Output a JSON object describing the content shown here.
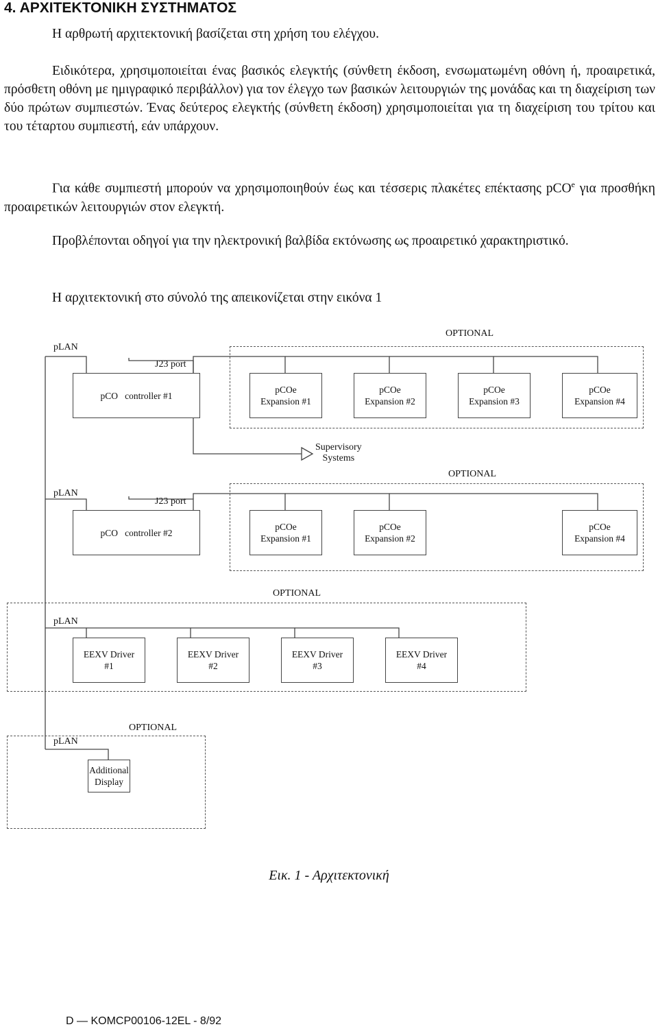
{
  "heading": "4.  ΑΡΧΙΤΕΚΤΟΝΙΚΗ ΣΥΣΤΗΜΑΤΟΣ",
  "paragraphs": {
    "p1": "Η αρθρωτή αρχιτεκτονική βασίζεται στη χρήση του ελέγχου.",
    "p2": "Ειδικότερα, χρησιμοποιείται ένας βασικός ελεγκτής (σύνθετη έκδοση, ενσωματωμένη οθόνη ή, προαιρετικά, πρόσθετη οθόνη με ημιγραφικό περιβάλλον) για τον έλεγχο των βασικών λειτουργιών της μονάδας και τη διαχείριση των δύο πρώτων συμπιεστών. Ένας δεύτερος ελεγκτής (σύνθετη έκδοση) χρησιμοποιείται για τη διαχείριση του τρίτου και του τέταρτου συμπιεστή, εάν υπάρχουν.",
    "p3_a": "Για κάθε συμπιεστή μπορούν να χρησιμοποιηθούν έως και τέσσερις πλακέτες επέκτασης pCO",
    "p3_sup": "e",
    "p3_b": " για προσθήκη προαιρετικών λειτουργιών στον ελεγκτή.",
    "p4": "Προβλέπονται οδηγοί για την ηλεκτρονική βαλβίδα εκτόνωσης ως προαιρετικό χαρακτηριστικό.",
    "p5": "Η αρχιτεκτονική στο σύνολό της απεικονίζεται στην εικόνα 1"
  },
  "diagram": {
    "group1": {
      "plan": "pLAN",
      "optional": "OPTIONAL",
      "j23": "J23 port",
      "controller": "pCO   controller #1",
      "expansions": [
        {
          "l1": "pCOe",
          "l2": "Expansion #1"
        },
        {
          "l1": "pCOe",
          "l2": "Expansion #2"
        },
        {
          "l1": "pCOe",
          "l2": "Expansion #3"
        },
        {
          "l1": "pCOe",
          "l2": "Expansion #4"
        }
      ]
    },
    "supervisory": {
      "l1": "Supervisory",
      "l2": "Systems"
    },
    "group2": {
      "plan": "pLAN",
      "optional": "OPTIONAL",
      "j23": "J23 port",
      "controller": "pCO   controller #2",
      "expansions": [
        {
          "l1": "pCOe",
          "l2": "Expansion #1"
        },
        {
          "l1": "pCOe",
          "l2": "Expansion #2"
        },
        {
          "l1": "pCOe",
          "l2": "Expansion #4"
        }
      ]
    },
    "group3": {
      "optional": "OPTIONAL",
      "plan": "pLAN",
      "drivers": [
        {
          "l1": "EEXV Driver",
          "l2": "#1"
        },
        {
          "l1": "EEXV Driver",
          "l2": "#2"
        },
        {
          "l1": "EEXV Driver",
          "l2": "#3"
        },
        {
          "l1": "EEXV Driver",
          "l2": "#4"
        }
      ]
    },
    "group4": {
      "optional": "OPTIONAL",
      "plan": "pLAN",
      "display": {
        "l1": "Additional",
        "l2": "Display"
      }
    }
  },
  "caption": "Εικ.  1 - Αρχιτεκτονική",
  "footer": "D — KOMCP00106-12EL - 8/92"
}
